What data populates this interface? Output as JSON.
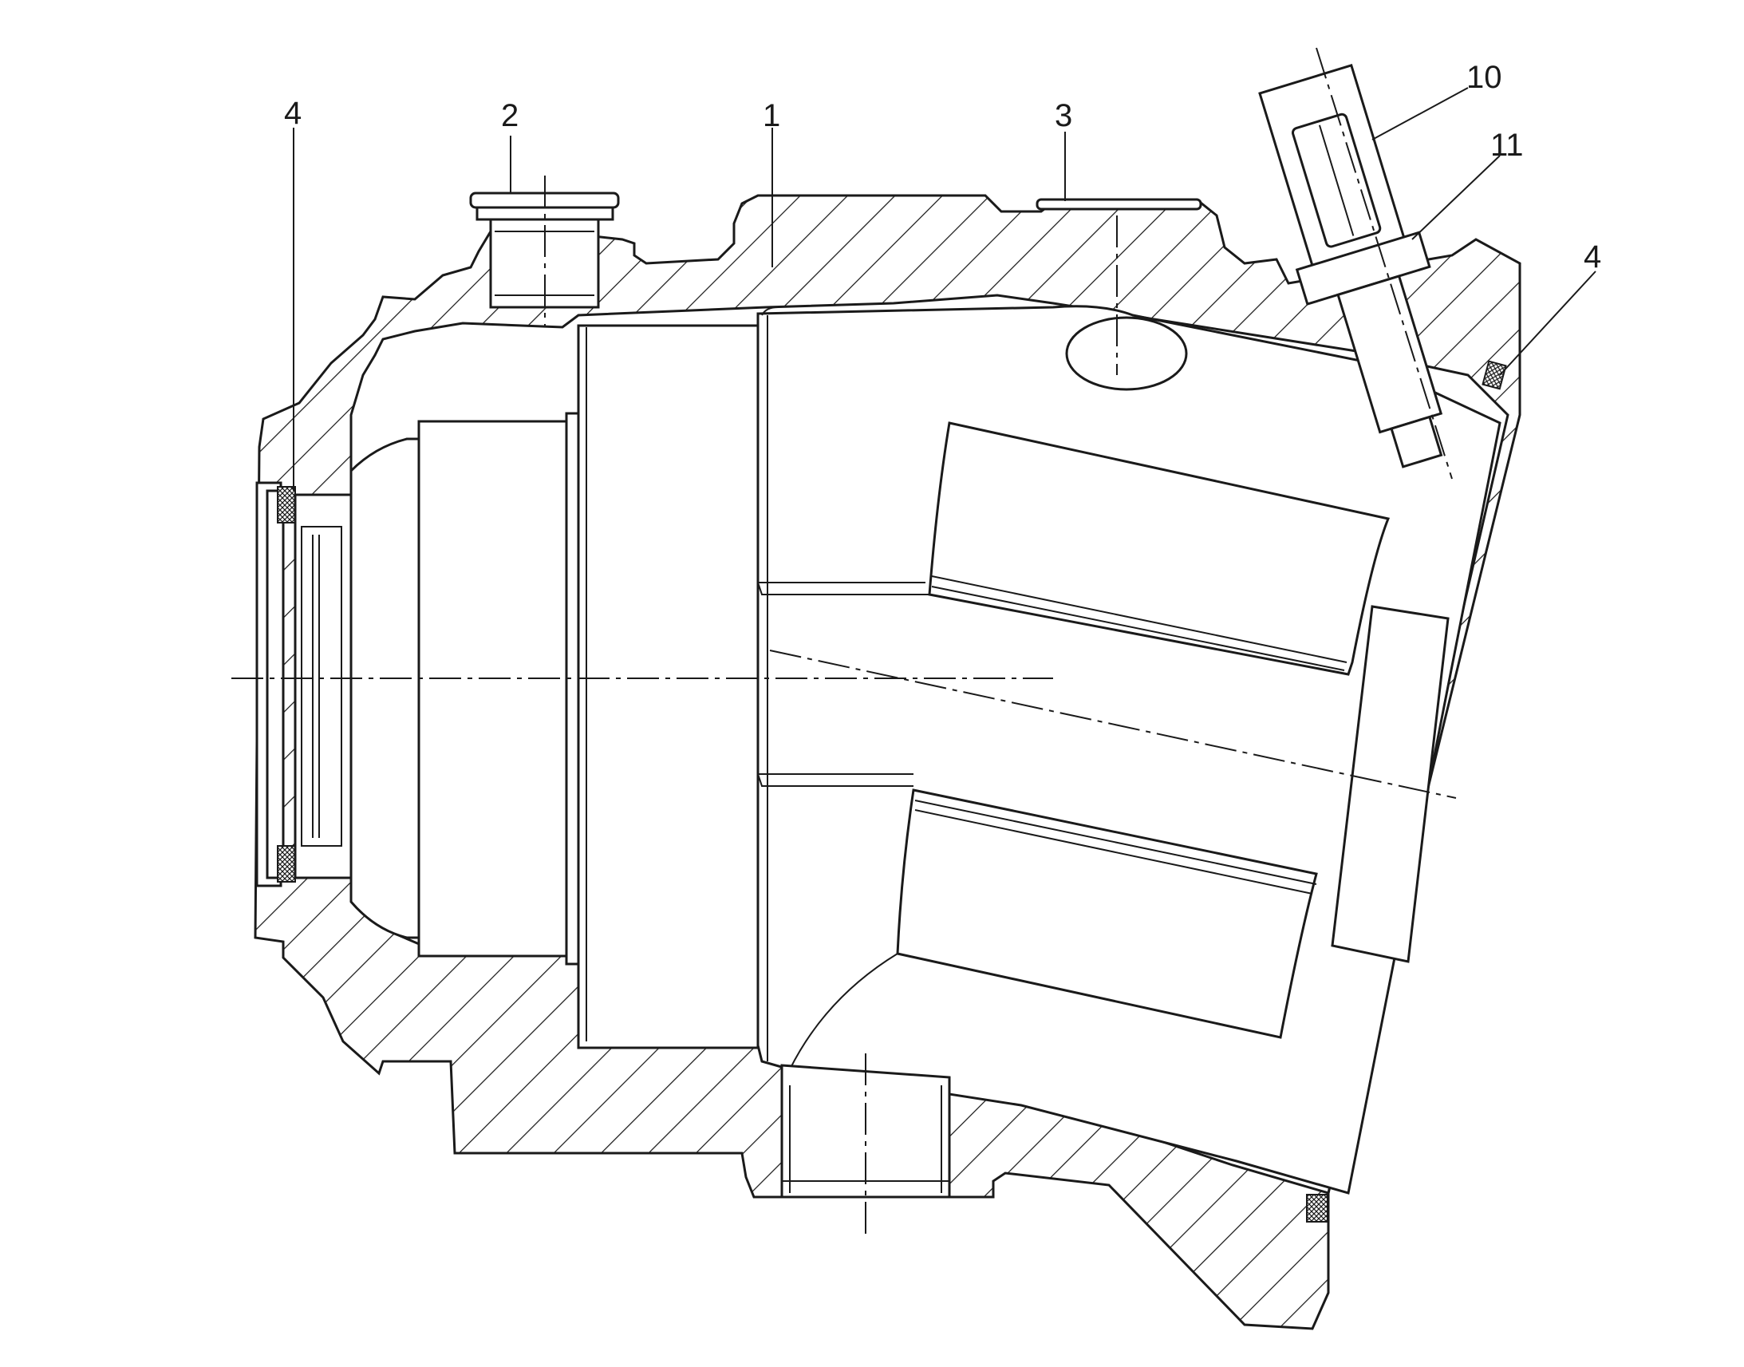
{
  "drawing": {
    "type": "technical cross-section drawing",
    "line_color": "#1a1a1a",
    "background": "#ffffff"
  },
  "callouts": [
    {
      "id": "callout-4-left",
      "text": "4"
    },
    {
      "id": "callout-2",
      "text": "2"
    },
    {
      "id": "callout-1",
      "text": "1"
    },
    {
      "id": "callout-3",
      "text": "3"
    },
    {
      "id": "callout-10",
      "text": "10"
    },
    {
      "id": "callout-11",
      "text": "11"
    },
    {
      "id": "callout-4-right",
      "text": "4"
    }
  ]
}
